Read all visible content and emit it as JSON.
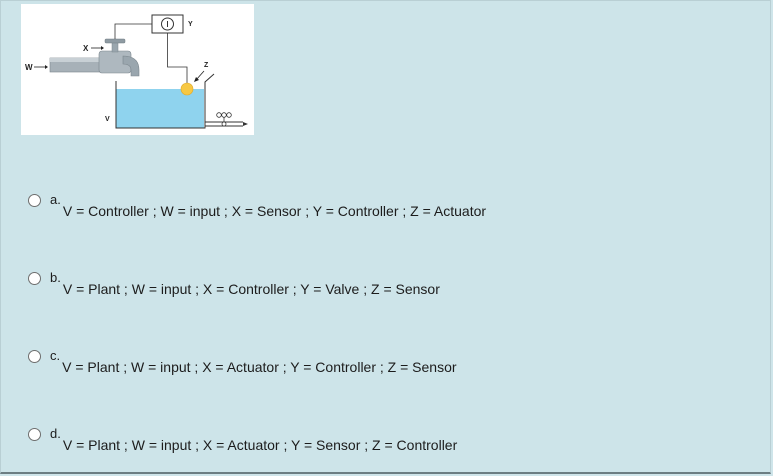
{
  "diagram": {
    "labels": {
      "w": "W",
      "x": "X",
      "y": "Y",
      "z": "Z",
      "v": "V"
    }
  },
  "options": [
    {
      "letter": "a.",
      "text": "V = Controller ; W = input ; X = Sensor ; Y = Controller ; Z = Actuator"
    },
    {
      "letter": "b.",
      "text": "V = Plant ; W = input ; X = Controller ; Y = Valve ; Z = Sensor"
    },
    {
      "letter": "c.",
      "text": "V = Plant ; W = input ; X = Actuator ; Y = Controller ; Z = Sensor"
    },
    {
      "letter": "d.",
      "text": "V = Plant ; W = input ; X = Actuator ; Y = Sensor ; Z = Controller"
    }
  ],
  "colors": {
    "background": "#cde4e9",
    "water": "#8fd3ee",
    "sensor": "#f7c843",
    "pipe": "#9aa6ae"
  }
}
